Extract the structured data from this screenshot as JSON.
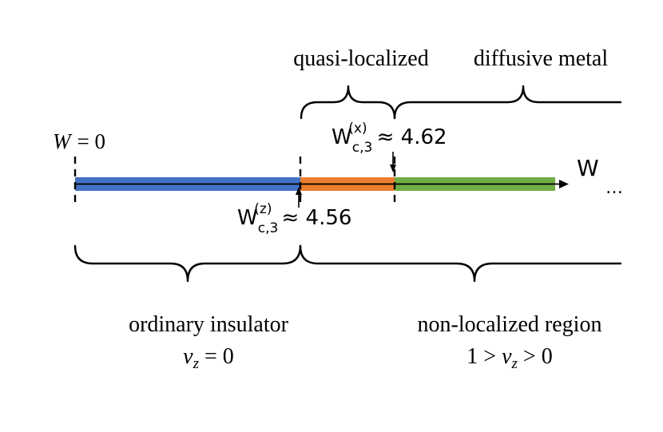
{
  "labels": {
    "quasi_localized": "quasi-localized",
    "diffusive_metal": "diffusive metal",
    "w_zero": {
      "var": "W",
      "eq": "= 0"
    },
    "wc_x": {
      "base": "W",
      "sub": "c,3",
      "sup": "(x)",
      "approx": "≈ 4.62"
    },
    "wc_z": {
      "base": "W",
      "sub": "c,3",
      "sup": "(z)",
      "approx": "≈ 4.56"
    },
    "axis_label": "W",
    "ellipsis": "…",
    "ordinary_insulator": "ordinary insulator",
    "nu_insulator": {
      "nu": "ν",
      "sub": "z",
      "rest": " = 0"
    },
    "non_localized_region": "non-localized region",
    "nu_nonlocal": {
      "pre": "1 > ",
      "nu": "ν",
      "sub": "z",
      "rest": " > 0"
    }
  },
  "colors": {
    "insulator": "#4472C4",
    "quasi_localized": "#ED7D31",
    "diffusive_metal": "#70AD47"
  }
}
